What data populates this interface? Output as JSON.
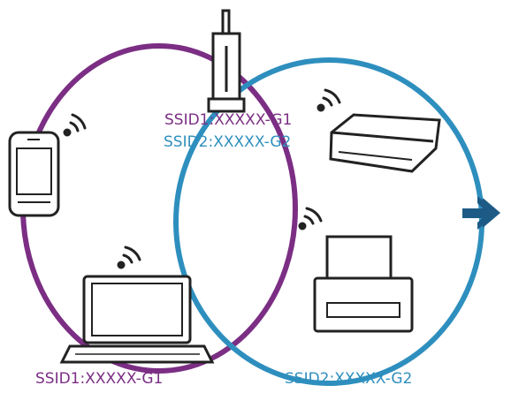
{
  "router": {
    "ssid1": "SSID1:XXXXX-G1",
    "ssid2": "SSID2:XXXXX-G2"
  },
  "network1": {
    "label": "SSID1:XXXXX-G1",
    "color": "#7b2e84"
  },
  "network2": {
    "label": "SSID2:XXXXX-G2",
    "color": "#2e8fbe"
  },
  "devices": [
    "router-icon",
    "smartphone-icon",
    "laptop-icon",
    "printer-icon",
    "wireless-printer-icon",
    "wifi-icon",
    "arrow-right-icon"
  ]
}
